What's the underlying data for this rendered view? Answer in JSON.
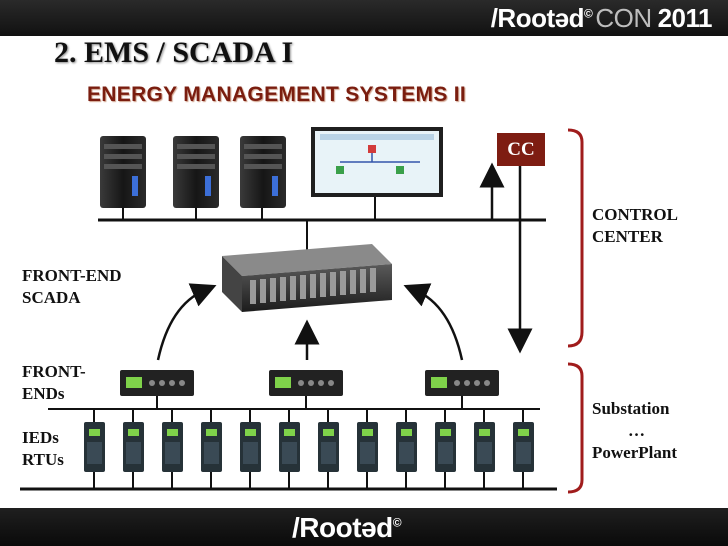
{
  "header": {
    "brand_name": "/Rootəd",
    "brand_mark": "©",
    "brand_con": "CON",
    "brand_year": "2011"
  },
  "slide": {
    "title": "2. EMS / SCADA I",
    "subtitle": "ENERGY MANAGEMENT SYSTEMS II"
  },
  "labels": {
    "cc": "CC",
    "control_center_line1": "CONTROL",
    "control_center_line2": "CENTER",
    "front_end_scada_line1": "FRONT-END",
    "front_end_scada_line2": "SCADA",
    "front_ends_line1": "FRONT-",
    "front_ends_line2": "ENDs",
    "ieds_line1": "IEDs",
    "rtus_line2": "RTUs",
    "substation": "Substation",
    "ellipsis": "…",
    "powerplant": "PowerPlant"
  },
  "footer": {
    "brand_name": "/Rootəd",
    "brand_mark": "©"
  },
  "colors": {
    "bar": "#111111",
    "subtitle": "#7a1d0f",
    "cc_box": "#7e1d12",
    "bracket": "#a01c1c"
  }
}
